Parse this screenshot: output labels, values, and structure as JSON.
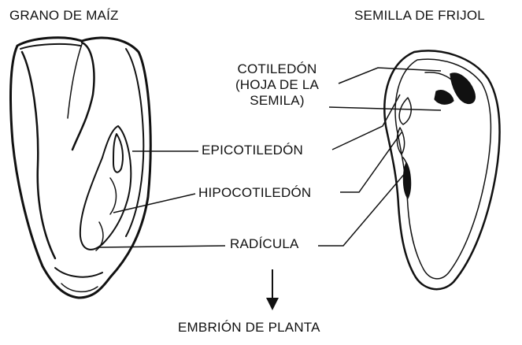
{
  "titles": {
    "left": "GRANO DE MAÍZ",
    "right": "SEMILLA DE FRIJOL"
  },
  "labels": {
    "cotiledon_line1": "COTILEDÓN",
    "cotiledon_line2": "(HOJA DE LA",
    "cotiledon_line3": "SEMILA)",
    "epicotiledon": "EPICOTILEDÓN",
    "hipocotiledon": "HIPOCOTILEDÓN",
    "radicula": "RADÍCULA",
    "embrion": "EMBRIÓN DE PLANTA"
  }
}
